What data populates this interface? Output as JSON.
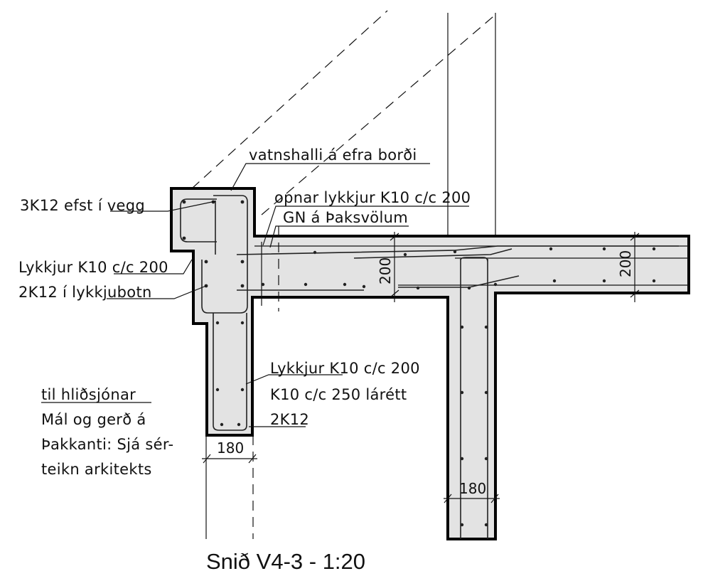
{
  "annotations": {
    "vatnshalli": "vatnshalli á efra borði",
    "opnar_lykkjur": "opnar lykkjur K10 c/c 200",
    "gn": "GN á Þaksvölum",
    "efst_vegg": "3K12 efst í vegg",
    "lykkjur_left": "Lykkjur K10 c/c 200",
    "lykkjubotn": "2K12 í lykkjubotn",
    "lykkjur_mid": "Lykkjur K10 c/c 200",
    "larett": "K10 c/c 250 lárétt",
    "k12": "2K12"
  },
  "note": {
    "heading": "til hliðsjónar",
    "line1": "Mál og gerð á",
    "line2": "Þakkanti: Sjá sér-",
    "line3": "teikn arkitekts"
  },
  "dimensions": {
    "wall_left": "180",
    "wall_right": "180",
    "slab_left": "200",
    "slab_right": "200"
  },
  "title": "Snið V4-3  - 1:20"
}
